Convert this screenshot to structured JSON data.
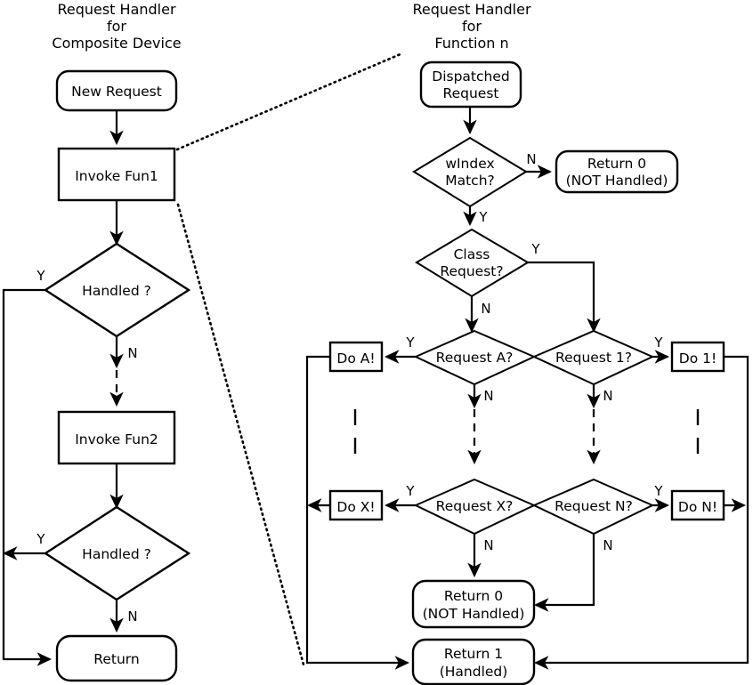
{
  "diagram": {
    "title_left": "Request Handler\nfor\nComposite Device",
    "title_right": "Request Handler\nfor\nFunction n",
    "titles": {
      "left_line1": "Request Handler",
      "left_line2": "for",
      "left_line3": "Composite Device",
      "right_line1": "Request Handler",
      "right_line2": "for",
      "right_line3": "Function n"
    },
    "colors": {
      "stroke": "#000000",
      "fill": "#ffffff",
      "text": "#000000"
    },
    "left_flow": {
      "nodes": {
        "new_request": "New Request",
        "invoke_fun1": "Invoke Fun1",
        "handled_1": "Handled ?",
        "invoke_fun2": "Invoke Fun2",
        "handled_2": "Handled ?",
        "return": "Return"
      },
      "edge_labels": {
        "handled1_yes": "Y",
        "handled1_no": "N",
        "handled2_yes": "Y",
        "handled2_no": "N"
      }
    },
    "right_flow": {
      "nodes": {
        "dispatched_request_l1": "Dispatched",
        "dispatched_request_l2": "Request",
        "windex_match_l1": "wIndex",
        "windex_match_l2": "Match?",
        "return0_top_l1": "Return 0",
        "return0_top_l2": "(NOT Handled)",
        "class_request_l1": "Class",
        "class_request_l2": "Request?",
        "request_a": "Request A?",
        "request_1": "Request 1?",
        "request_x": "Request X?",
        "request_n": "Request N?",
        "do_a": "Do A!",
        "do_1": "Do 1!",
        "do_x": "Do X!",
        "do_n": "Do N!",
        "return0_bottom_l1": "Return 0",
        "return0_bottom_l2": "(NOT Handled)",
        "return1_l1": "Return 1",
        "return1_l2": "(Handled)"
      },
      "edge_labels": {
        "windex_no": "N",
        "windex_yes": "Y",
        "class_yes": "Y",
        "class_no": "N",
        "request_a_yes": "Y",
        "request_a_no": "N",
        "request_1_yes": "Y",
        "request_1_no": "N",
        "request_x_yes": "Y",
        "request_x_no": "N",
        "request_n_yes": "Y",
        "request_n_no": "N"
      },
      "ellipsis_marks": [
        "|",
        "|",
        "|",
        "|"
      ]
    }
  }
}
